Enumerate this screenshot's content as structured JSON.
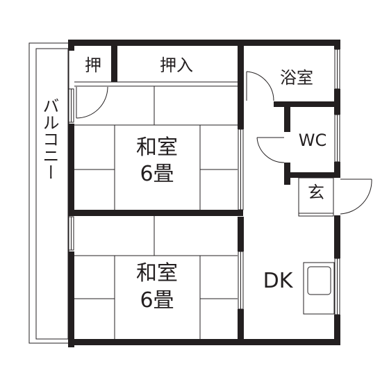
{
  "labels": {
    "oshi": "押",
    "oshiire": "押入",
    "bathroom": "浴室",
    "wc": "WC",
    "entrance": "玄",
    "washitsu1_name": "和室",
    "washitsu1_size": "6畳",
    "washitsu2_name": "和室",
    "washitsu2_size": "6畳",
    "dk": "DK",
    "balcony": "バルコニー"
  },
  "colors": {
    "wall": "#231f20",
    "line": "#231f20",
    "background": "#ffffff"
  }
}
